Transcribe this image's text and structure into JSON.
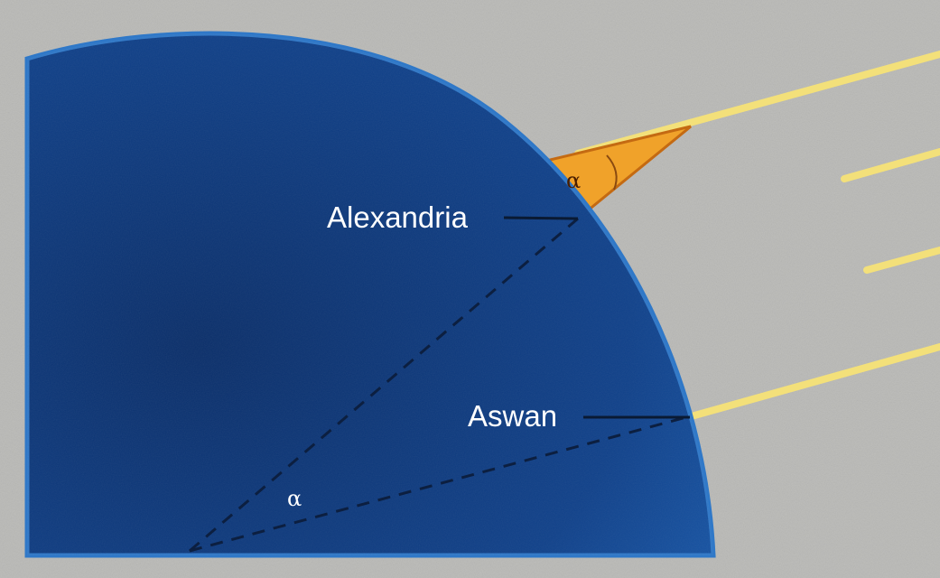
{
  "labels": {
    "alexandria": "Alexandria",
    "aswan": "Aswan",
    "angle_at_shadow": "α",
    "angle_at_center": "α"
  },
  "colors": {
    "background": "#b9b9b6",
    "earth": "#0f3f86",
    "earth_edge": "#2f78c8",
    "sun_ray": "#f3e07a",
    "shadow_wedge": "#f0a22a",
    "shadow_outline": "#c46a12",
    "guide_line": "#0c1f40",
    "angle_at_shadow": "#4a1e00",
    "angle_at_center": "#ffffff"
  }
}
